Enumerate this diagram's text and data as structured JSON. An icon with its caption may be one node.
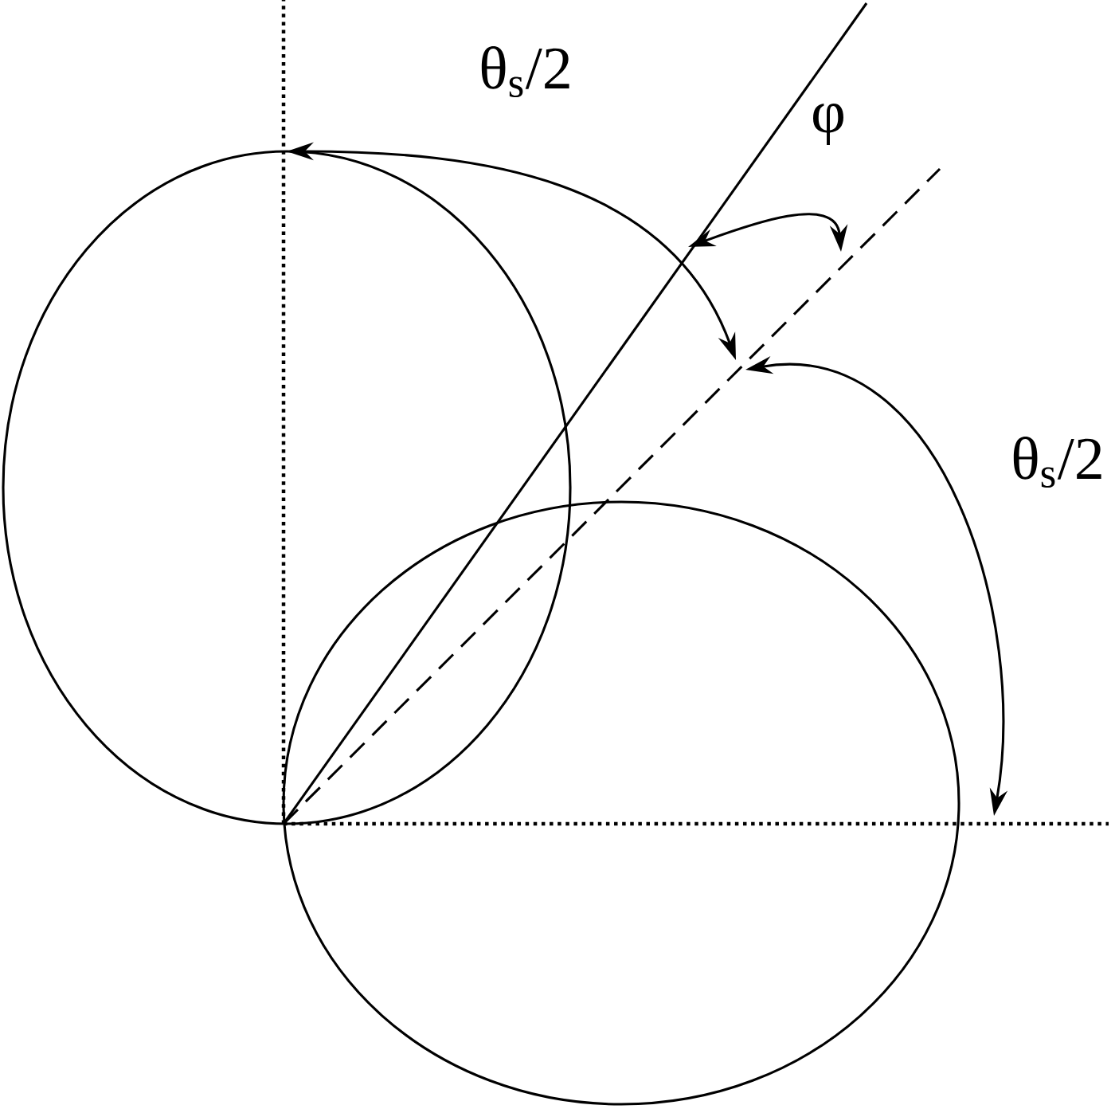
{
  "diagram": {
    "labels": [
      "θ$_{s}$/2",
      "φ",
      "θ$_{s}$/2"
    ]
  }
}
